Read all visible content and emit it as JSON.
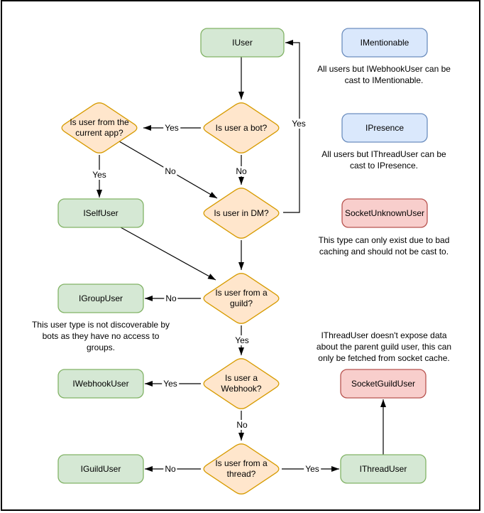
{
  "diagram": {
    "colors": {
      "canvas_bg": "#ffffff",
      "canvas_border": "#000000",
      "text": "#000000",
      "edge_line": "#000000",
      "box_green_fill": "#d5e8d4",
      "box_green_stroke": "#82b366",
      "box_blue_fill": "#dae8fc",
      "box_blue_stroke": "#6c8ebf",
      "box_red_fill": "#f8cecc",
      "box_red_stroke": "#b85450",
      "diamond_fill": "#ffe6cc",
      "diamond_stroke": "#d79b00"
    },
    "labels": {
      "yes": "Yes",
      "no": "No"
    },
    "nodes": {
      "iuser": {
        "label": "IUser"
      },
      "imentionable": {
        "label": "IMentionable"
      },
      "ipresence": {
        "label": "IPresence"
      },
      "socket_unknown_user": {
        "label": "SocketUnknownUser"
      },
      "iself_user": {
        "label": "ISelfUser"
      },
      "igroup_user": {
        "label": "IGroupUser"
      },
      "iwebhook_user": {
        "label": "IWebhookUser"
      },
      "iguild_user": {
        "label": "IGuildUser"
      },
      "ithread_user": {
        "label": "IThreadUser"
      },
      "socket_guild_user": {
        "label": "SocketGuildUser"
      },
      "q_bot": {
        "label": "Is user a bot?"
      },
      "q_current_app": {
        "label": "Is user from the\ncurrent app?"
      },
      "q_dm": {
        "label": "Is user in DM?"
      },
      "q_guild": {
        "label": "Is user from a\nguild?"
      },
      "q_webhook": {
        "label": "Is user a\nWebhook?"
      },
      "q_thread": {
        "label": "Is user from a\nthread?"
      }
    },
    "notes": {
      "imentionable": "All users but IWebhookUser can be\ncast to IMentionable.",
      "ipresence": "All users but IThreadUser can be\ncast to IPresence.",
      "socket_unknown_user": "This type can only exist due to bad\ncaching and should not be cast to.",
      "igroup_user": "This user type is not discoverable by\nbots as they have no access to\ngroups.",
      "socket_guild_user": "IThreadUser doesn't expose data\nabout the parent guild user, this can\nonly be fetched from socket cache."
    }
  }
}
